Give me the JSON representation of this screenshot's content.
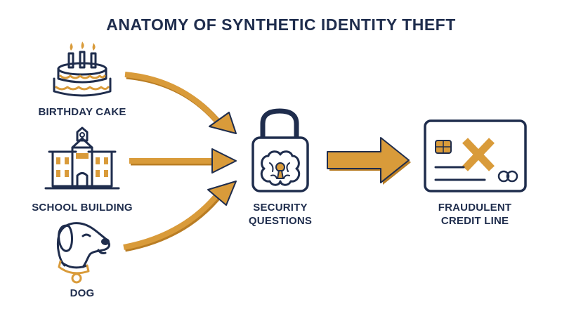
{
  "title": "ANATOMY OF SYNTHETIC IDENTITY THEFT",
  "colors": {
    "navy": "#1f2d4d",
    "gold": "#d99b3a"
  },
  "inputs": [
    {
      "label": "BIRTHDAY CAKE",
      "icon": "birthday-cake-icon"
    },
    {
      "label": "SCHOOL BUILDING",
      "icon": "school-building-icon"
    },
    {
      "label": "DOG",
      "icon": "dog-icon"
    }
  ],
  "center": {
    "label_line1": "SECURITY",
    "label_line2": "QUESTIONS",
    "icon": "padlock-brain-icon"
  },
  "output": {
    "label_line1": "FRAUDULENT",
    "label_line2": "CREDIT LINE",
    "icon": "credit-card-x-icon"
  }
}
